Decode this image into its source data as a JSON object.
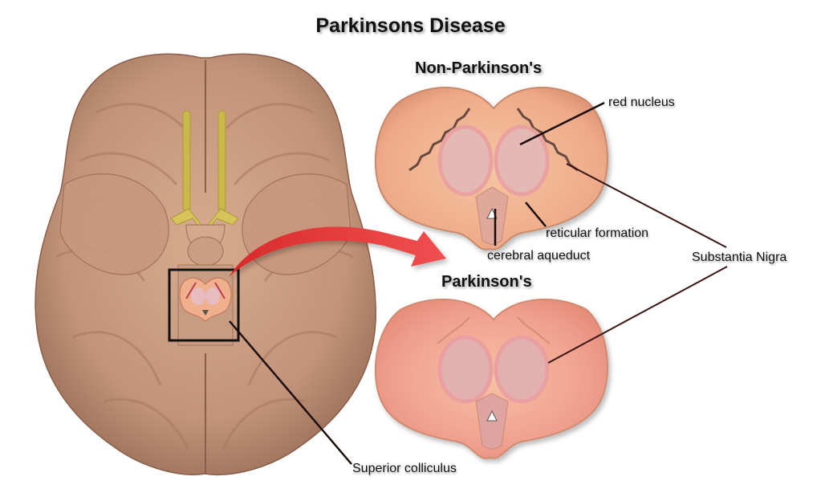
{
  "title": "Parkinsons Disease",
  "sections": {
    "normal": {
      "heading": "Non-Parkinson's"
    },
    "parkinsons": {
      "heading": "Parkinson's"
    }
  },
  "labels": {
    "red_nucleus": "red nucleus",
    "reticular_formation": "reticular formation",
    "cerebral_aqueduct": "cerebral aqueduct",
    "substantia_nigra": "Substantia Nigra",
    "superior_colliculus": "Superior colliculus"
  },
  "colors": {
    "brain": "#c89b7e",
    "brain_dark": "#9c6f56",
    "midbrain_tissue": "#f0b48e",
    "midbrain_pink": "#eca08f",
    "red_nucleus": "#e4b3ad",
    "olfactory_nerve": "#c9b84a",
    "arrow": "#e83a3a",
    "leader_line": "#1a0a08"
  }
}
